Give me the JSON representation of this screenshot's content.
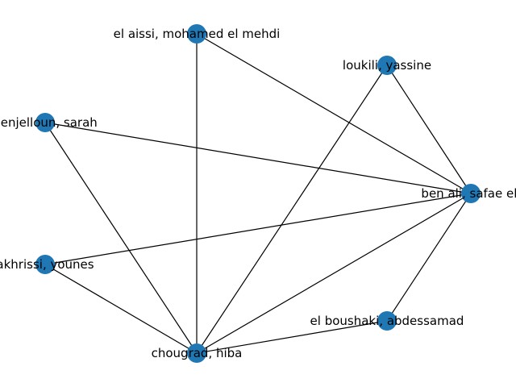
{
  "graph": {
    "node_color": "#1f77b4",
    "edge_color": "#000000",
    "nodes": [
      {
        "id": "mehdi",
        "label": "el aissi, mohamed el mehdi"
      },
      {
        "id": "yassine",
        "label": "loukili, yassine"
      },
      {
        "id": "sarah",
        "label": "benjelloun, sarah"
      },
      {
        "id": "safae",
        "label": "ben ali, safae ell"
      },
      {
        "id": "younes",
        "label": "akhrissi, younes"
      },
      {
        "id": "abdessamad",
        "label": "el boushaki, abdessamad"
      },
      {
        "id": "hiba",
        "label": "chougrad, hiba"
      }
    ],
    "edges": [
      [
        "mehdi",
        "safae"
      ],
      [
        "mehdi",
        "hiba"
      ],
      [
        "yassine",
        "safae"
      ],
      [
        "yassine",
        "hiba"
      ],
      [
        "sarah",
        "safae"
      ],
      [
        "sarah",
        "hiba"
      ],
      [
        "younes",
        "safae"
      ],
      [
        "younes",
        "hiba"
      ],
      [
        "safae",
        "hiba"
      ],
      [
        "safae",
        "abdessamad"
      ],
      [
        "abdessamad",
        "hiba"
      ]
    ]
  }
}
